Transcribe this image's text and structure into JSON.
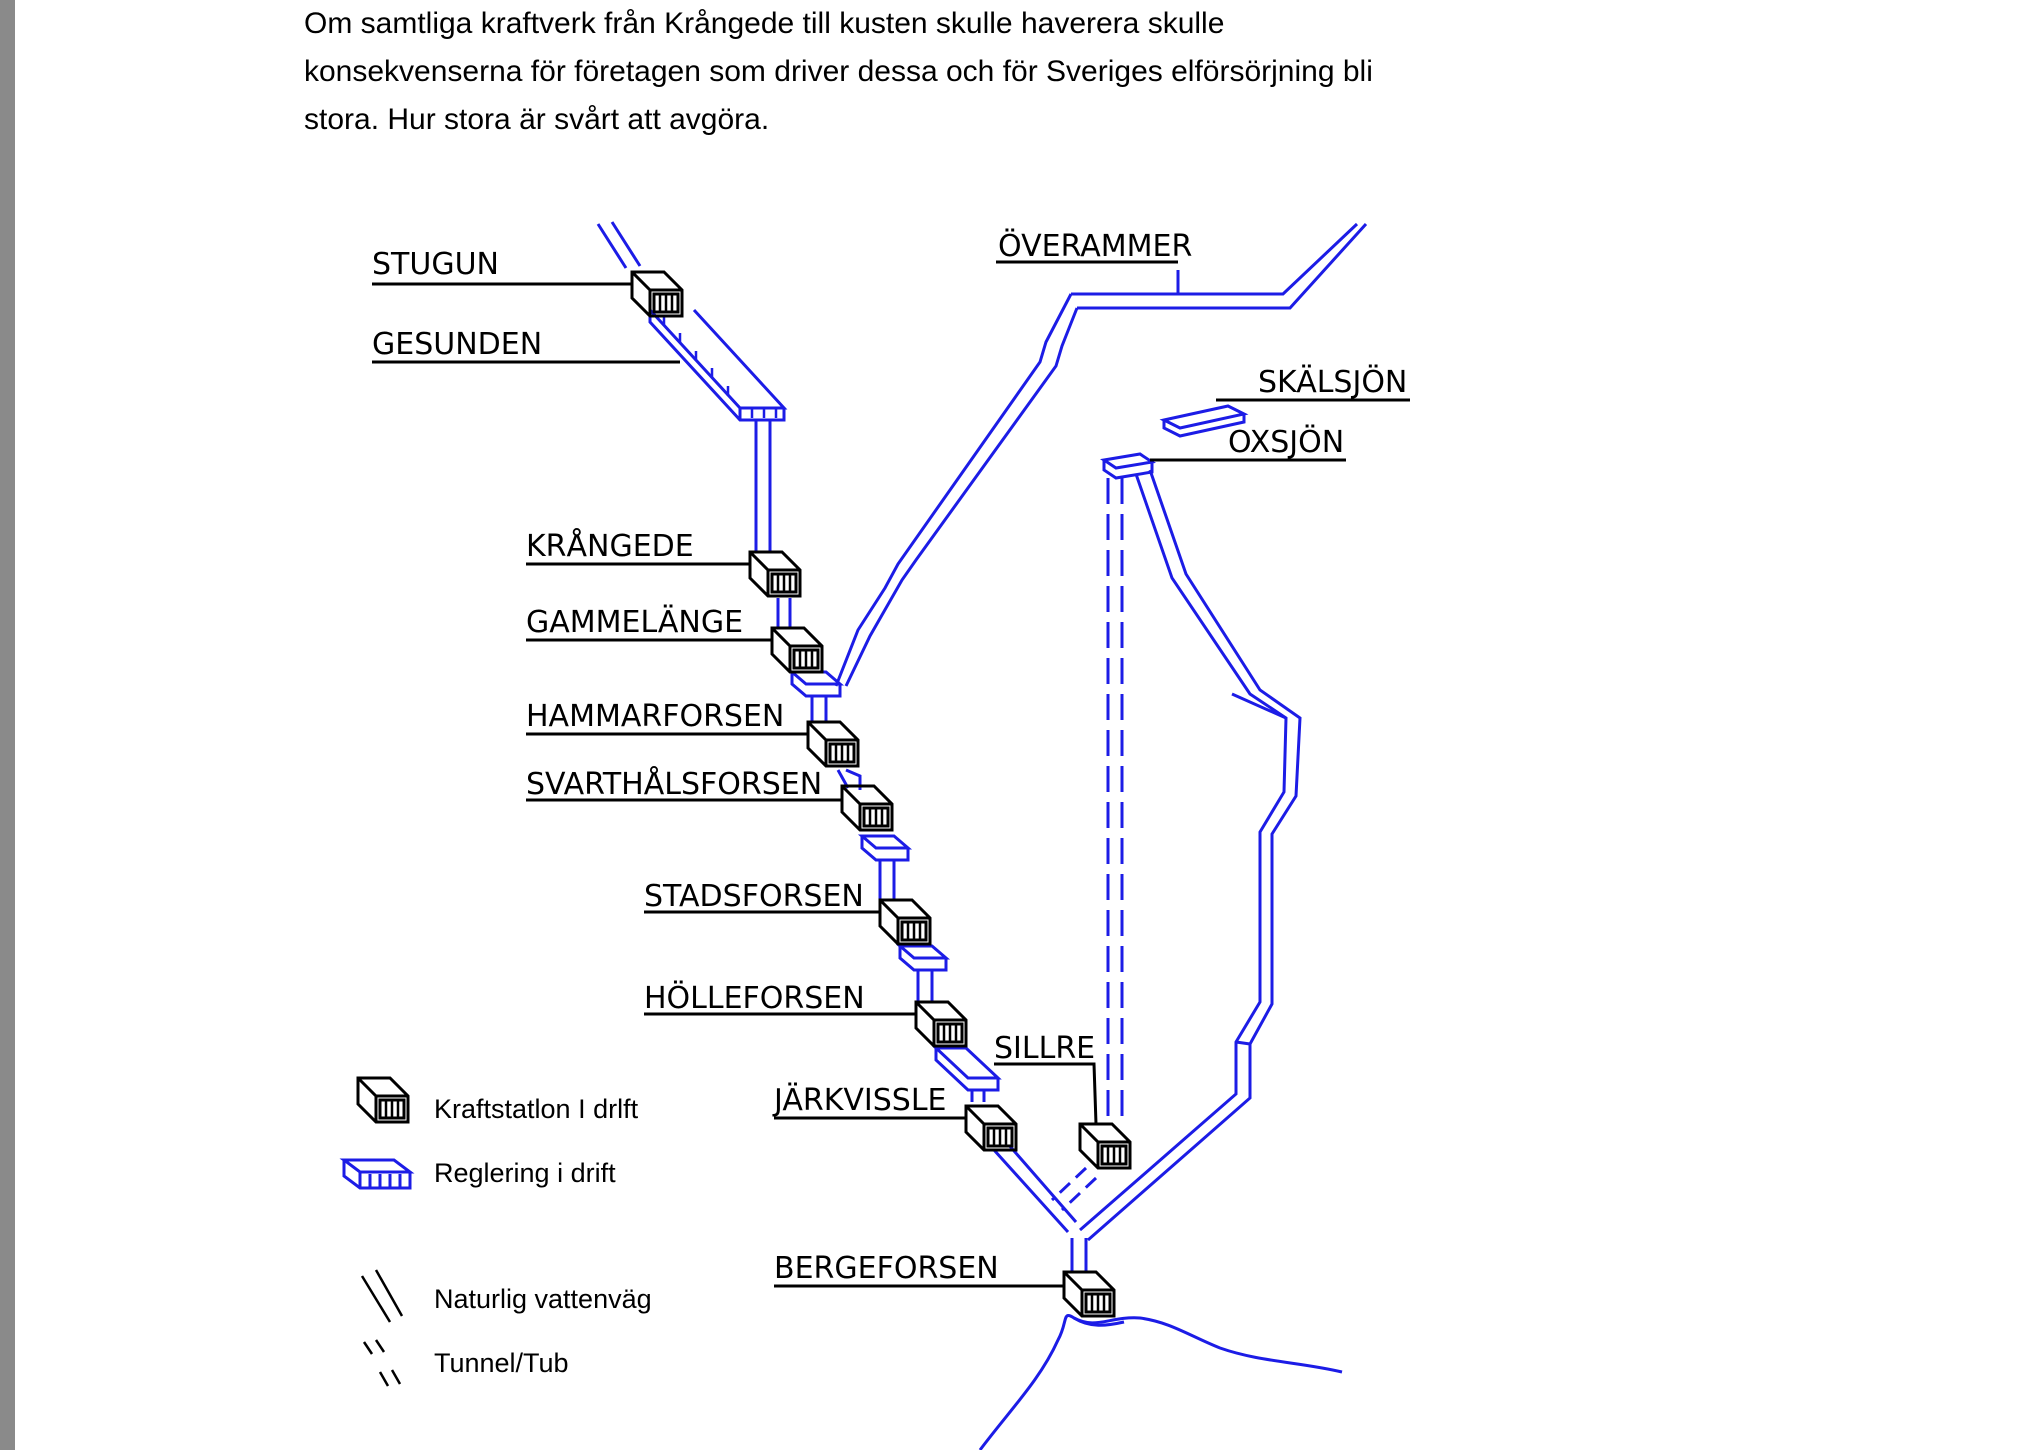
{
  "document": {
    "paragraph_lines": [
      "Om samtliga kraftverk från Krångede till kusten skulle haverera skulle",
      "konsekvenserna för företagen som driver dessa och för Sveriges elförsörjning bli",
      "stora. Hur stora är svårt att avgöra."
    ]
  },
  "diagram": {
    "labels": {
      "stugun": "STUGUN",
      "gesunden": "GESUNDEN",
      "overammer": "ÖVERAMMER",
      "skalsjon": "SKÄLSJÖN",
      "oxsjon": "OXSJÖN",
      "krangede": "KRÅNGEDE",
      "gammelange": "GAMMELÄNGE",
      "hammarforsen": "HAMMARFORSEN",
      "svarthalsforsen": "SVARTHÅLSFORSEN",
      "stadsforsen": "STADSFORSEN",
      "holleforsen": "HÖLLEFORSEN",
      "sillre": "SILLRE",
      "jarkvissle": "JÄRKVISSLE",
      "bergeforsen": "BERGEFORSEN"
    },
    "legend": {
      "station": "Kraftstatlon I drlft",
      "regulation": "Reglering i drift",
      "natural": "Naturlig vattenväg",
      "tunnel": "Tunnel/Tub"
    },
    "colors": {
      "river": "#1c1ce6",
      "station": "#000000",
      "text": "#000000"
    }
  }
}
